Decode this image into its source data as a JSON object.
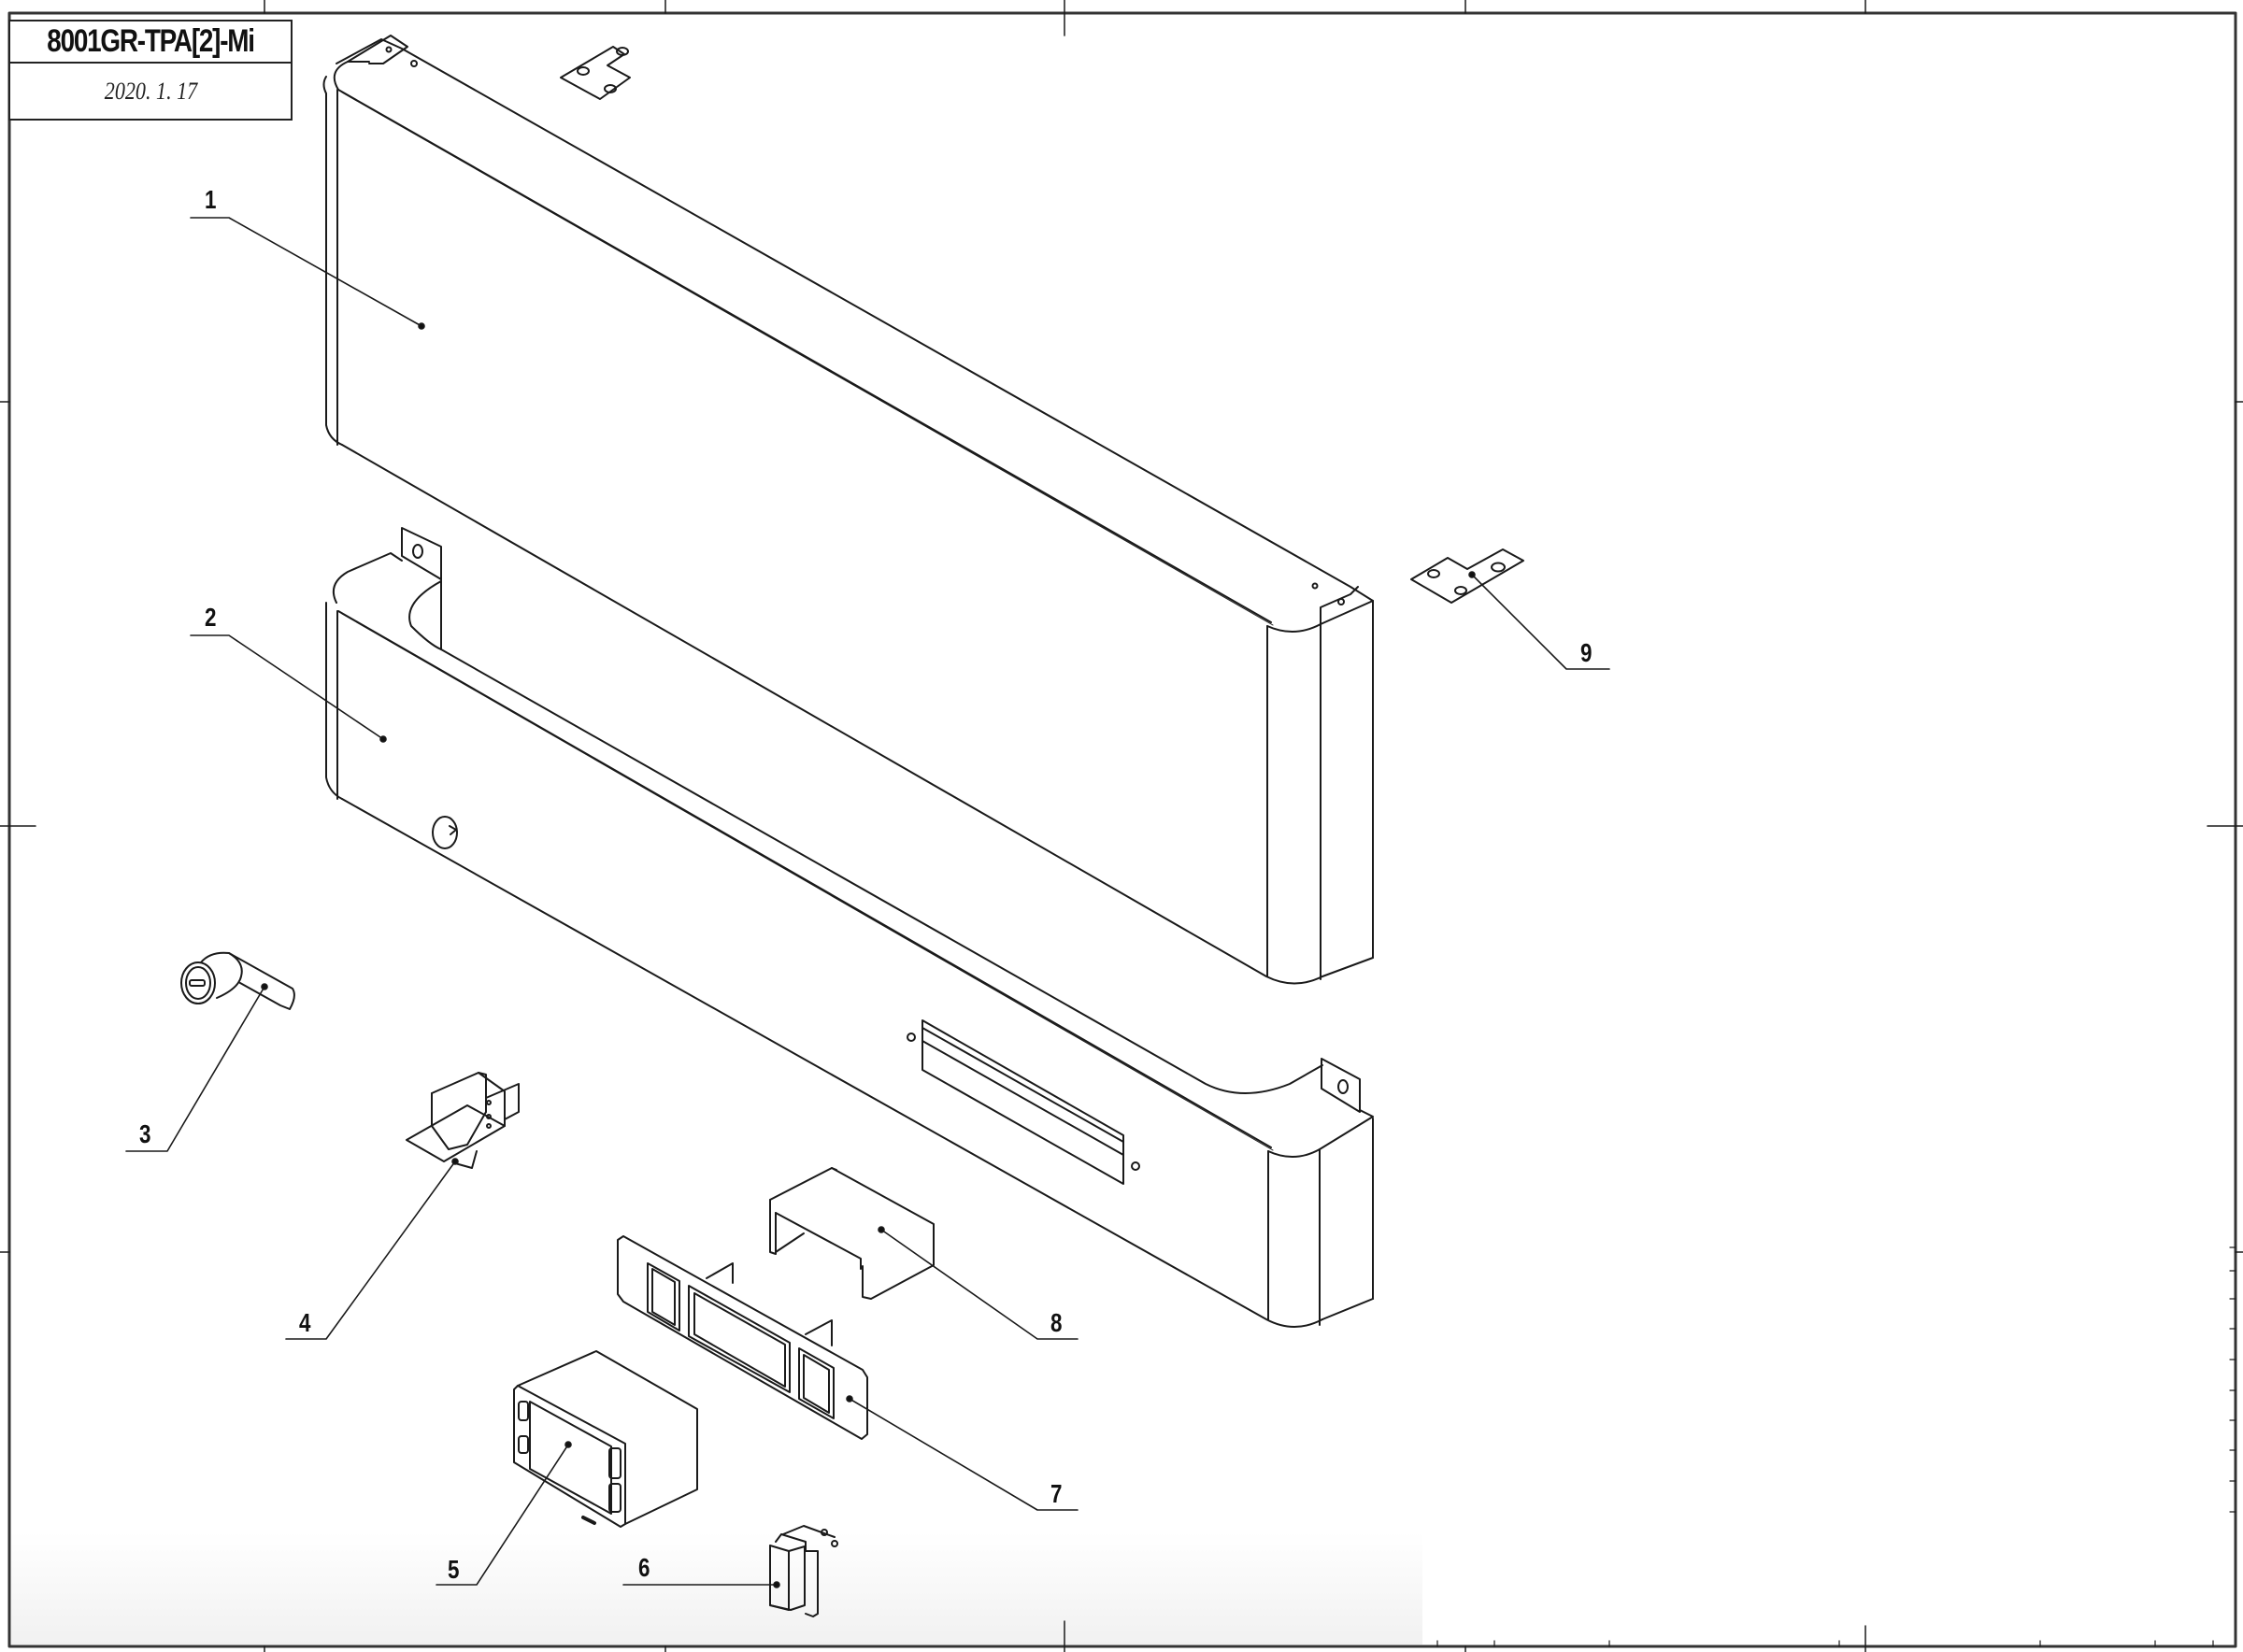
{
  "title_block": {
    "drawing_number": "8001GR-TPA[2]-Mi",
    "date": "2020. 1. 17"
  },
  "drawing": {
    "type": "exploded isometric parts diagram",
    "line_color": "#1a1a1a",
    "background": "#ffffff"
  },
  "callouts": [
    {
      "id": "1",
      "label": "1",
      "part": "upper-cover-panel"
    },
    {
      "id": "2",
      "label": "2",
      "part": "lower-control-panel"
    },
    {
      "id": "3",
      "label": "3",
      "part": "cam-lock"
    },
    {
      "id": "4",
      "label": "4",
      "part": "lamp-holder"
    },
    {
      "id": "5",
      "label": "5",
      "part": "digital-controller"
    },
    {
      "id": "6",
      "label": "6",
      "part": "rocker-switch"
    },
    {
      "id": "7",
      "label": "7",
      "part": "bezel-frame"
    },
    {
      "id": "8",
      "label": "8",
      "part": "mounting-box"
    },
    {
      "id": "9",
      "label": "9",
      "part": "mounting-bracket"
    }
  ]
}
